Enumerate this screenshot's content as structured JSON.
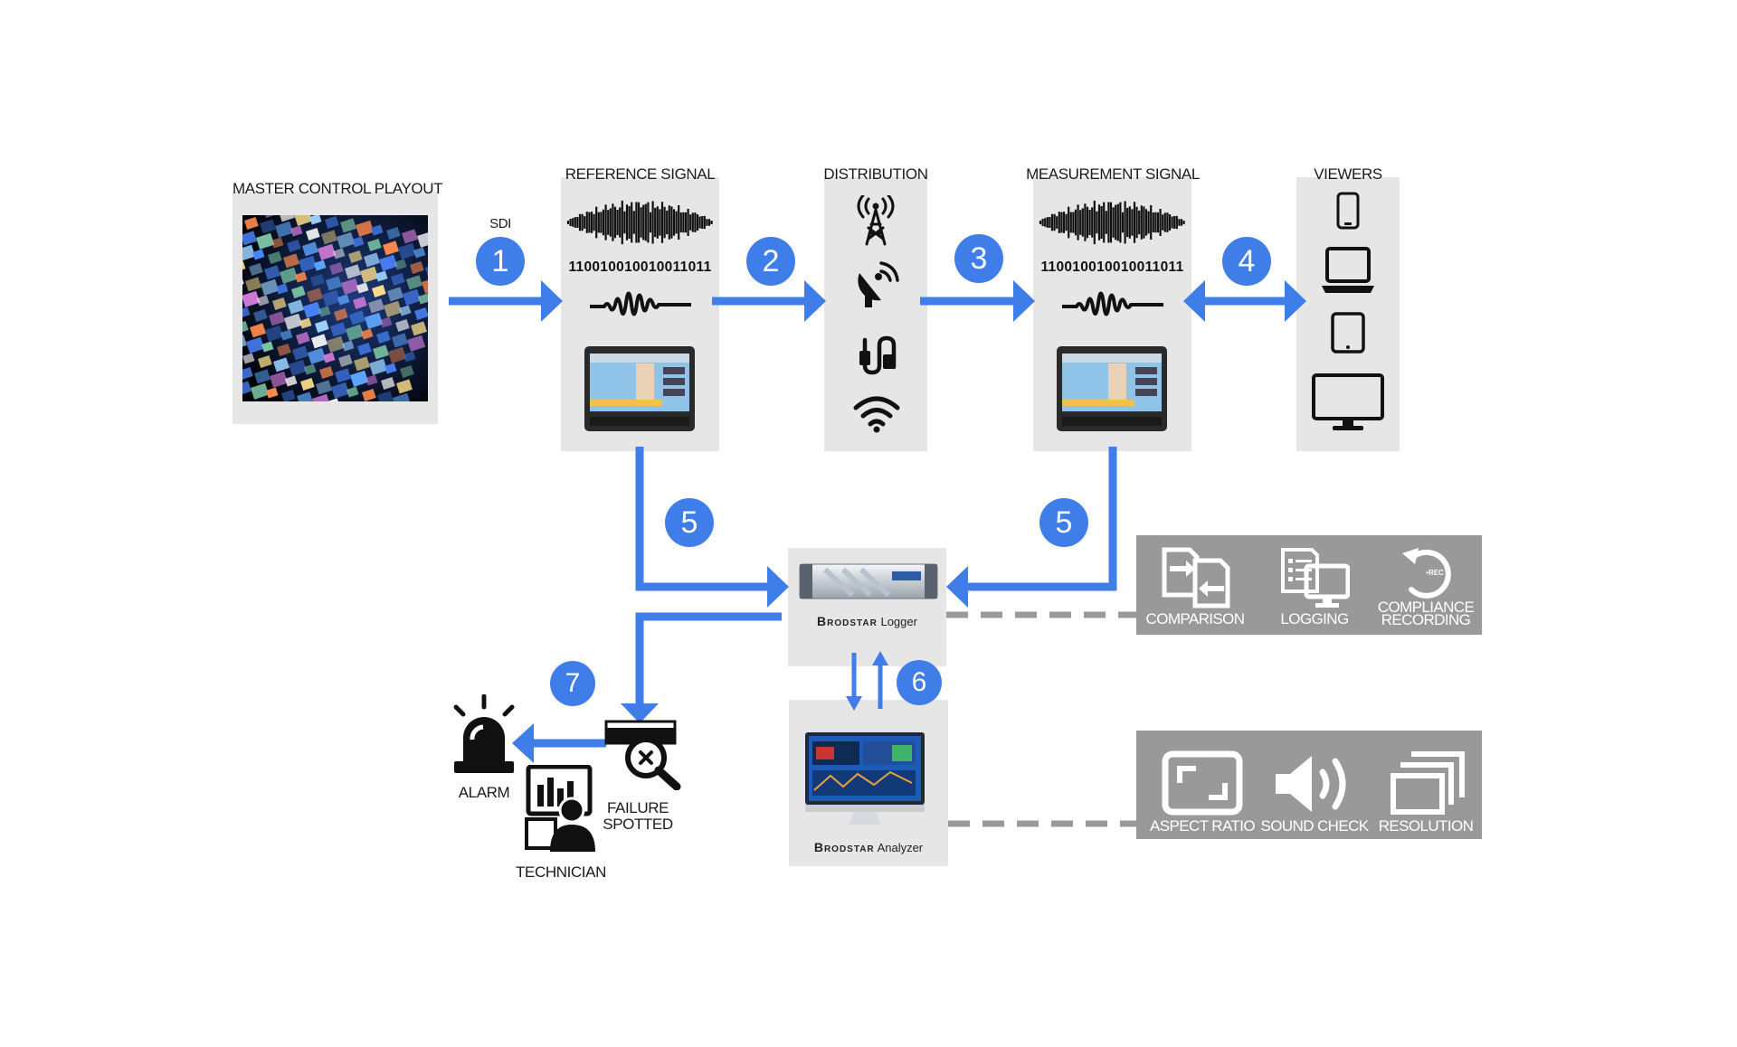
{
  "sections": {
    "master": "MASTER CONTROL PLAYOUT",
    "reference": "REFERENCE SIGNAL",
    "distribution": "DISTRIBUTION",
    "measurement": "MEASUREMENT SIGNAL",
    "viewers": "VIEWERS"
  },
  "sdi_label": "SDI",
  "binary_text": "110010010010011011",
  "steps": {
    "s1": "1",
    "s2": "2",
    "s3": "3",
    "s4": "4",
    "s5a": "5",
    "s5b": "5",
    "s6": "6",
    "s7": "7"
  },
  "logger": {
    "brand": "Brodstar",
    "name": "Logger"
  },
  "analyzer": {
    "brand": "Brodstar",
    "name": "Analyzer"
  },
  "logger_features": {
    "comparison": "COMPARISON",
    "logging": "LOGGING",
    "compliance_1": "COMPLIANCE",
    "compliance_2": "RECORDING",
    "rec_tag": "•REC"
  },
  "analyzer_features": {
    "aspect": "ASPECT RATIO",
    "sound": "SOUND CHECK",
    "resolution": "RESOLUTION"
  },
  "alarm": "ALARM",
  "failure_1": "FAILURE",
  "failure_2": "SPOTTED",
  "technician": "TECHNICIAN",
  "colors": {
    "flow_blue": "#3f7de8",
    "panel_grey": "#e6e6e6",
    "feature_grey": "#999999",
    "dash_grey": "#9a9a9a"
  }
}
